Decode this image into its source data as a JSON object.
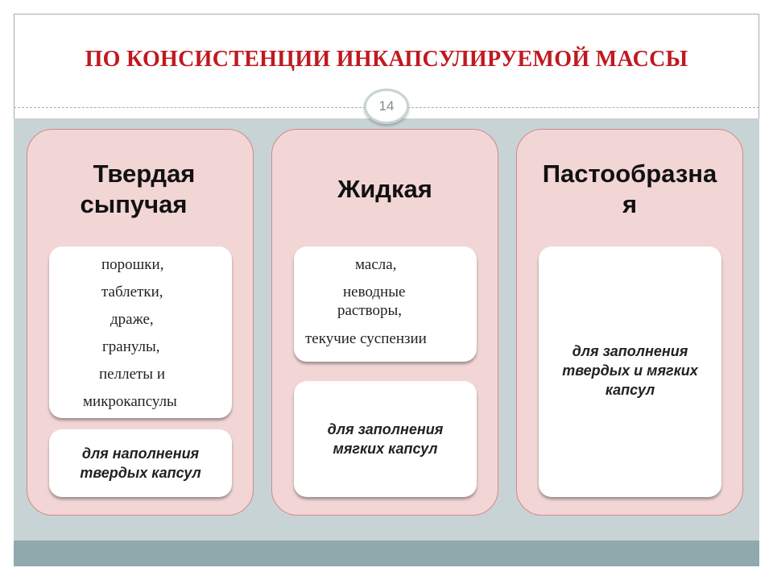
{
  "title": "ПО КОНСИСТЕНЦИИ ИНКАПСУЛИРУЕМОЙ МАССЫ",
  "page_number": "14",
  "columns": [
    {
      "heading_lines": [
        "Твердая",
        "сыпучая"
      ],
      "items": [
        "порошки,",
        "таблетки,",
        "драже,",
        "гранулы,",
        "пеллеты и",
        "микрокапсулы"
      ],
      "note_lines": [
        "для наполнения",
        "твердых капсул"
      ]
    },
    {
      "heading_lines": [
        "Жидкая"
      ],
      "items": [
        "масла,",
        "неводные",
        "растворы,",
        "текучие суспензии"
      ],
      "note_lines": [
        "для заполнения",
        "мягких капсул"
      ]
    },
    {
      "heading_lines": [
        "Пастообразна",
        "я"
      ],
      "note_lines": [
        "для заполнения",
        "твердых и мягких",
        "капсул"
      ]
    }
  ],
  "colors": {
    "title": "#c0191f",
    "column_fill": "#f2d6d5",
    "column_border": "#d18a86",
    "band": "#c8d3d6"
  }
}
